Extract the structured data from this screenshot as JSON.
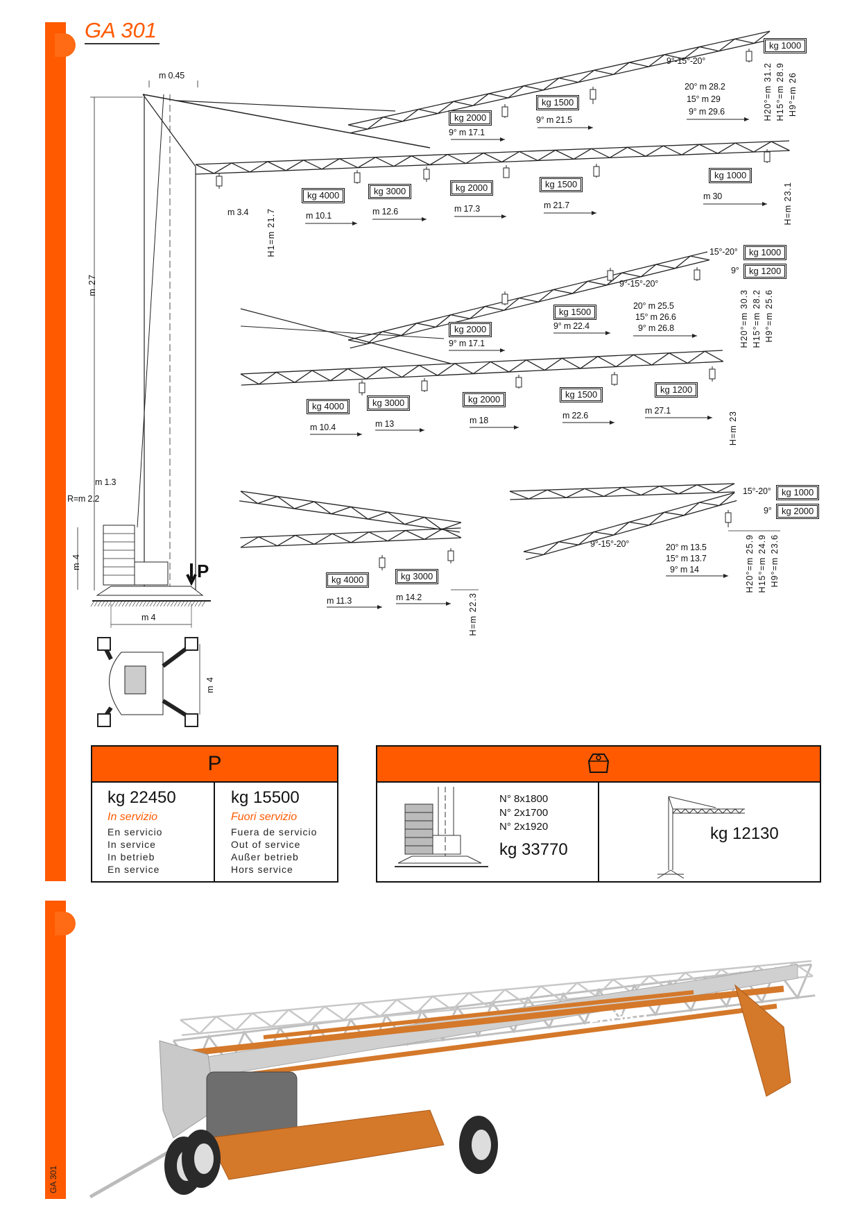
{
  "title": "GA 301",
  "side_label": "GA 301",
  "colors": {
    "brand": "#ff5a00",
    "grey": "#bdbdbd"
  },
  "diagram1": {
    "mast_offset": "m 0.45",
    "mast_height": "m 27",
    "jib_offset": "m 3.4",
    "hook_height": "H1=m 21.7",
    "raised": {
      "tip_load": "kg 1000",
      "angles": "9°-15°-20°",
      "r20": "20° m 28.2",
      "r15": "15° m 29",
      "r9": "9° m 29.6",
      "h20": "H20°=m 31.2",
      "h15": "H15°=m 28.9",
      "h9": "H9°=m 26",
      "load1": "kg 1500",
      "radius1": "9° m 21.5",
      "load2": "kg 2000",
      "radius2": "9° m 17.1"
    },
    "horizontal": {
      "loads": [
        "kg 4000",
        "kg 3000",
        "kg 2000",
        "kg 1500",
        "kg 1000"
      ],
      "radii": [
        "m 10.1",
        "m 12.6",
        "m 17.3",
        "m 21.7",
        "m 30"
      ],
      "height": "H=m 23.1"
    }
  },
  "diagram2": {
    "raised": {
      "angle_a": "15°-20°",
      "load_a": "kg 1000",
      "angle_b": "9°",
      "load_b": "kg 1200",
      "angles": "9°-15°-20°",
      "load1": "kg 1500",
      "radius1": "9° m 22.4",
      "load2": "kg 2000",
      "radius2": "9° m 17.1",
      "r20": "20° m 25.5",
      "r15": "15° m 26.6",
      "r9": "9° m 26.8",
      "h20": "H20°=m 30.3",
      "h15": "H15°=m 28.2",
      "h9": "H9°=m 25.6"
    },
    "horizontal": {
      "loads": [
        "kg 4000",
        "kg 3000",
        "kg 2000",
        "kg 1500",
        "kg 1200"
      ],
      "radii": [
        "m 10.4",
        "m 13",
        "m 18",
        "m 22.6",
        "m 27.1"
      ],
      "height": "H=m 23"
    }
  },
  "base": {
    "r1": "m 1.3",
    "r2": "R=m 2.2",
    "ballast_height": "m 4",
    "load_symbol": "P",
    "base_width": "m 4",
    "base_depth": "m 4"
  },
  "diagram3": {
    "loads": [
      "kg 4000",
      "kg 3000"
    ],
    "radii": [
      "m 11.3",
      "m 14.2"
    ],
    "height": "H=m 22.3"
  },
  "diagram4": {
    "angle_a": "15°-20°",
    "load_a": "kg 1000",
    "angle_b": "9°",
    "load_b": "kg 2000",
    "angles": "9°-15°-20°",
    "r20": "20° m 13.5",
    "r15": "15° m 13.7",
    "r9": "9° m 14",
    "h20": "H20°=m 25.9",
    "h15": "H15°=m 24.9",
    "h9": "H9°=m 23.6"
  },
  "weight_table": {
    "header": "P",
    "in_service": {
      "value": "kg   22450",
      "label": "In servizio",
      "translations": [
        "En servicio",
        "In service",
        "In betrieb",
        "En service"
      ]
    },
    "out_service": {
      "value": "kg   15500",
      "label": "Fuori servizio",
      "translations": [
        "Fuera de servicio",
        "Out of service",
        "Außer betrieb",
        "Hors service"
      ]
    }
  },
  "ballast_table": {
    "header_icon": "counterweight-icon",
    "blocks": [
      "N° 8x1800",
      "N° 2x1700",
      "N° 2x1920"
    ],
    "total": "kg 33770",
    "crane_weight": "kg 12130"
  }
}
